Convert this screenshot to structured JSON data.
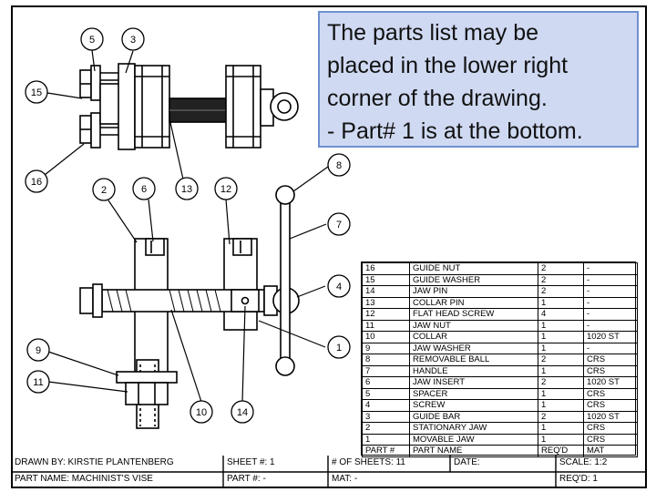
{
  "callout": {
    "lines": [
      "The parts list may be",
      "placed in the lower right",
      "corner of the drawing.",
      "- Part# 1 is at the bottom."
    ]
  },
  "balloons": [
    "5",
    "3",
    "15",
    "16",
    "2",
    "6",
    "13",
    "12",
    "8",
    "7",
    "4",
    "1",
    "9",
    "11",
    "10",
    "14"
  ],
  "parts_list": {
    "rows": [
      {
        "part": "16",
        "name": "GUIDE NUT",
        "req": "2",
        "mat": "-"
      },
      {
        "part": "15",
        "name": "GUIDE WASHER",
        "req": "2",
        "mat": "-"
      },
      {
        "part": "14",
        "name": "JAW PIN",
        "req": "2",
        "mat": "-"
      },
      {
        "part": "13",
        "name": "COLLAR PIN",
        "req": "1",
        "mat": "-"
      },
      {
        "part": "12",
        "name": "FLAT HEAD SCREW",
        "req": "4",
        "mat": "-"
      },
      {
        "part": "11",
        "name": "JAW NUT",
        "req": "1",
        "mat": "-"
      },
      {
        "part": "10",
        "name": "COLLAR",
        "req": "1",
        "mat": "1020 ST"
      },
      {
        "part": "9",
        "name": "JAW WASHER",
        "req": "1",
        "mat": "-"
      },
      {
        "part": "8",
        "name": "REMOVABLE BALL",
        "req": "2",
        "mat": "CRS"
      },
      {
        "part": "7",
        "name": "HANDLE",
        "req": "1",
        "mat": "CRS"
      },
      {
        "part": "6",
        "name": "JAW INSERT",
        "req": "2",
        "mat": "1020 ST"
      },
      {
        "part": "5",
        "name": "SPACER",
        "req": "1",
        "mat": "CRS"
      },
      {
        "part": "4",
        "name": "SCREW",
        "req": "1",
        "mat": "CRS"
      },
      {
        "part": "3",
        "name": "GUIDE BAR",
        "req": "2",
        "mat": "1020 ST"
      },
      {
        "part": "2",
        "name": "STATIONARY JAW",
        "req": "1",
        "mat": "CRS"
      },
      {
        "part": "1",
        "name": "MOVABLE JAW",
        "req": "1",
        "mat": "CRS"
      }
    ],
    "header": {
      "part": "PART #",
      "name": "PART NAME",
      "req": "REQ'D",
      "mat": "MAT"
    }
  },
  "title_block": {
    "drawn_by": "DRAWN BY: KIRSTIE PLANTENBERG",
    "part_name": "PART NAME: MACHINIST'S VISE",
    "sheet": "SHEET #: 1",
    "part_no": "PART #: -",
    "num_sheets": "# OF SHEETS: 11",
    "mat": "MAT: -",
    "date": "DATE:",
    "scale": "SCALE: 1:2",
    "reqd": "REQ'D: 1"
  }
}
